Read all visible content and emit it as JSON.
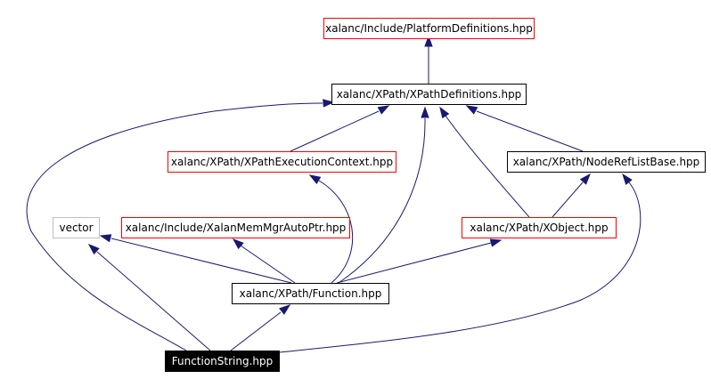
{
  "diagram": {
    "nodes": [
      {
        "id": "platform_definitions",
        "label": "xalanc/Include/PlatformDefinitions.hpp",
        "border_color": "#ff0000",
        "linked": true
      },
      {
        "id": "xpath_definitions",
        "label": "xalanc/XPath/XPathDefinitions.hpp",
        "border_color": "#000000",
        "linked": true
      },
      {
        "id": "xpath_execution_context",
        "label": "xalanc/XPath/XPathExecutionContext.hpp",
        "border_color": "#ff0000",
        "linked": true
      },
      {
        "id": "node_ref_list_base",
        "label": "xalanc/XPath/NodeRefListBase.hpp",
        "border_color": "#000000",
        "linked": true
      },
      {
        "id": "vector",
        "label": "vector",
        "border_color": "#bfbfbf",
        "linked": false
      },
      {
        "id": "xalan_mem_mgr_auto_ptr",
        "label": "xalanc/Include/XalanMemMgrAutoPtr.hpp",
        "border_color": "#ff0000",
        "linked": true
      },
      {
        "id": "xobject",
        "label": "xalanc/XPath/XObject.hpp",
        "border_color": "#ff0000",
        "linked": true
      },
      {
        "id": "function",
        "label": "xalanc/XPath/Function.hpp",
        "border_color": "#000000",
        "linked": true
      },
      {
        "id": "function_string",
        "label": "FunctionString.hpp",
        "border_color": "#000000",
        "linked": false,
        "highlighted": true
      }
    ],
    "edges": [
      {
        "from": "xpath_definitions",
        "to": "platform_definitions"
      },
      {
        "from": "xpath_execution_context",
        "to": "xpath_definitions"
      },
      {
        "from": "node_ref_list_base",
        "to": "xpath_definitions"
      },
      {
        "from": "xobject",
        "to": "xpath_definitions"
      },
      {
        "from": "function",
        "to": "xpath_definitions"
      },
      {
        "from": "xobject",
        "to": "node_ref_list_base"
      },
      {
        "from": "function",
        "to": "xpath_execution_context"
      },
      {
        "from": "function",
        "to": "vector"
      },
      {
        "from": "function",
        "to": "xalan_mem_mgr_auto_ptr"
      },
      {
        "from": "function",
        "to": "xobject"
      },
      {
        "from": "function_string",
        "to": "function"
      },
      {
        "from": "function_string",
        "to": "vector"
      },
      {
        "from": "function_string",
        "to": "xpath_definitions"
      },
      {
        "from": "function_string",
        "to": "node_ref_list_base"
      }
    ],
    "colors": {
      "edge": "#191970",
      "linked_header_border": "#ff0000",
      "documented_border": "#000000",
      "external_border": "#bfbfbf",
      "highlight_fill": "#000000",
      "highlight_text": "#ffffff"
    }
  }
}
